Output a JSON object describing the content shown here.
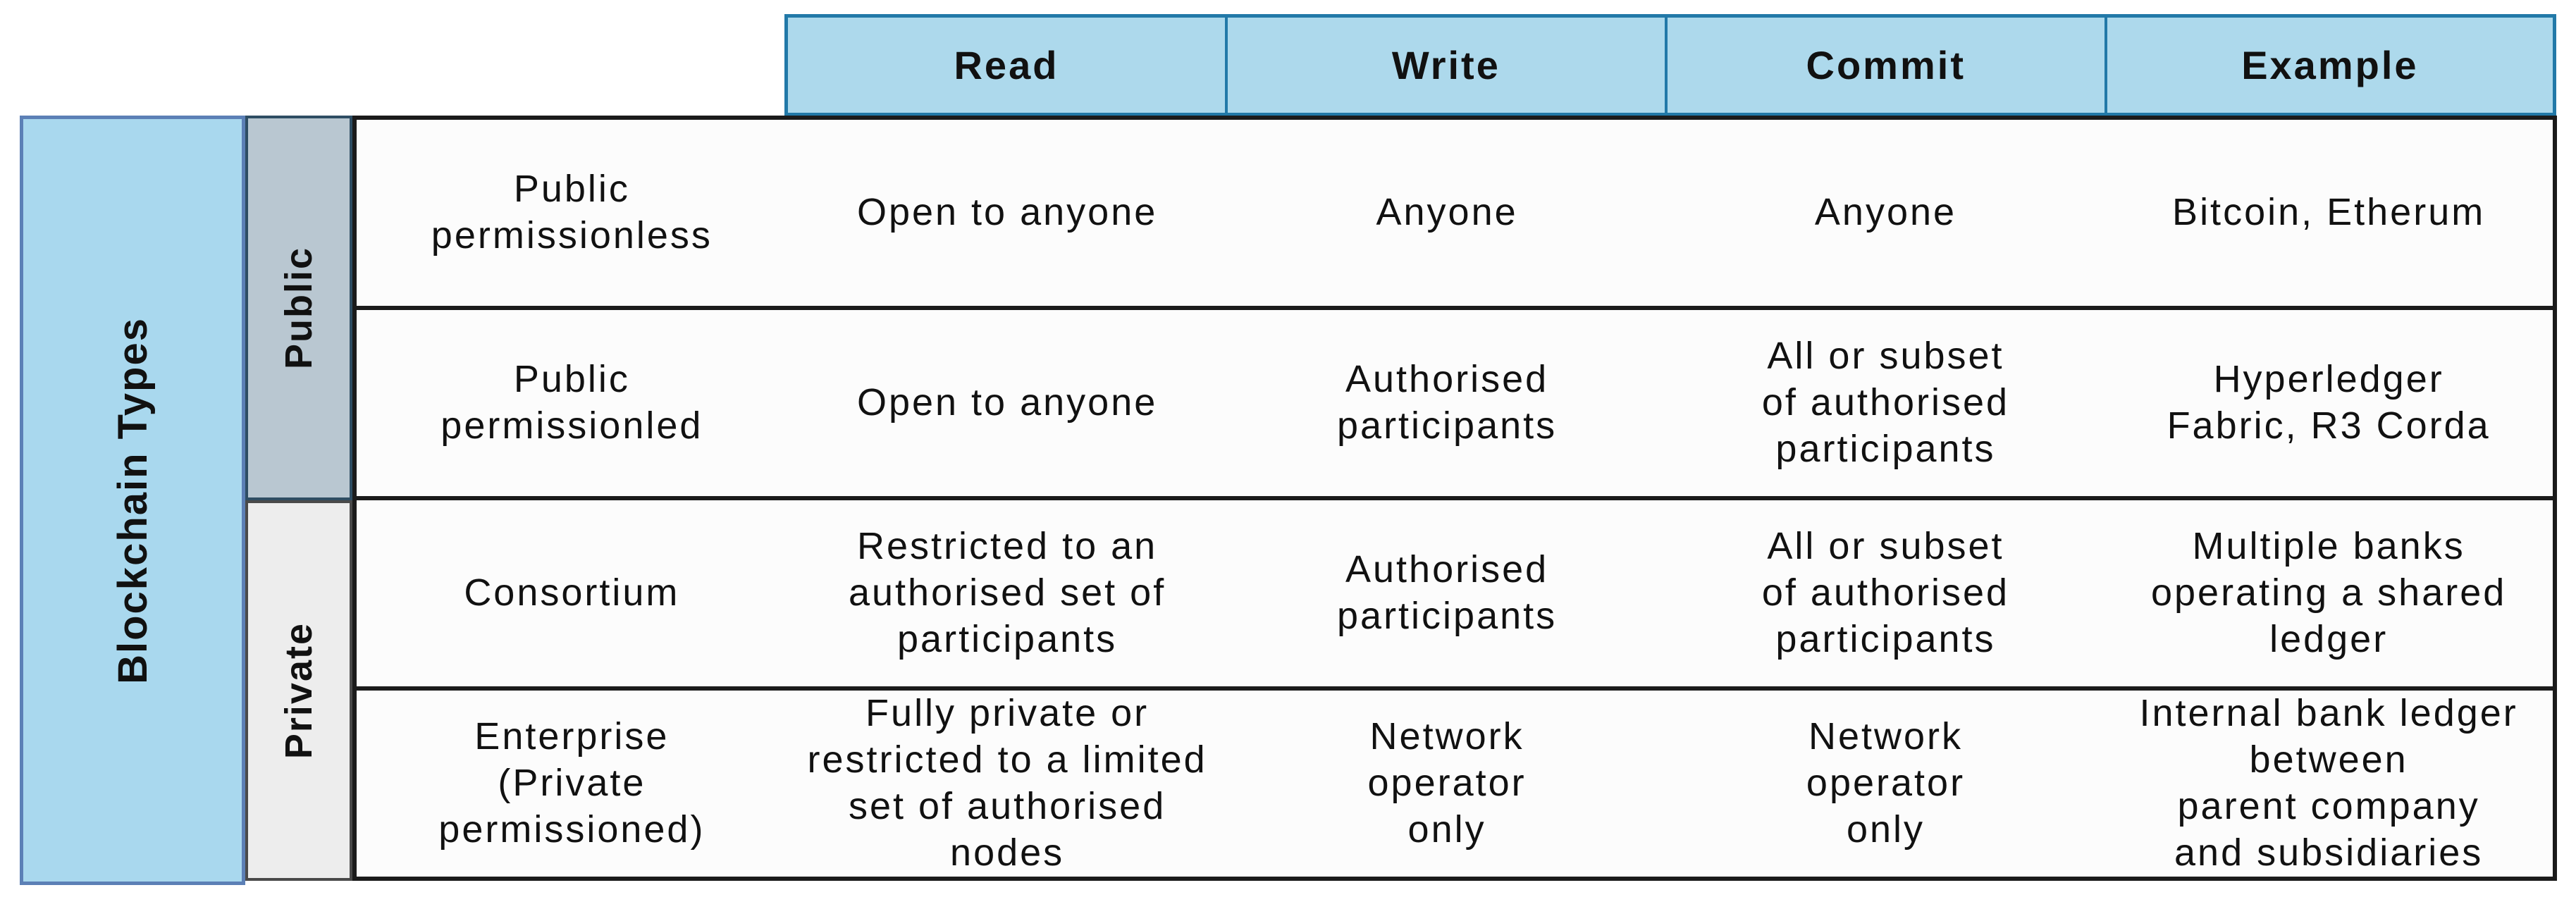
{
  "chart_data": {
    "type": "table",
    "corner_label": "Blockchain Types",
    "column_headers": [
      "Read",
      "Write",
      "Commit",
      "Example"
    ],
    "groups": [
      {
        "label": "Public",
        "rowspan": 2
      },
      {
        "label": "Private",
        "rowspan": 2
      }
    ],
    "rows": [
      {
        "group": "Public",
        "type": "Public\npermissionless",
        "read": "Open to anyone",
        "write": "Anyone",
        "commit": "Anyone",
        "example": "Bitcoin, Etherum"
      },
      {
        "group": "Public",
        "type": "Public\npermissionled",
        "read": "Open to anyone",
        "write": "Authorised\nparticipants",
        "commit": "All or subset\nof authorised\nparticipants",
        "example": "Hyperledger\nFabric, R3 Corda"
      },
      {
        "group": "Private",
        "type": "Consortium",
        "read": "Restricted to an\nauthorised set of\nparticipants",
        "write": "Authorised\nparticipants",
        "commit": "All or subset\nof authorised\nparticipants",
        "example": "Multiple banks\noperating a shared\nledger"
      },
      {
        "group": "Private",
        "type": "Enterprise\n(Private\npermissioned)",
        "read": "Fully private or\nrestricted to a limited\nset of authorised\nnodes",
        "write": "Network\noperator\nonly",
        "commit": "Network\noperator\nonly",
        "example": "Internal bank ledger\nbetween\nparent company\nand subsidiaries"
      }
    ],
    "layout": {
      "grid": "horizontal row lines only inside body, no internal vertical lines",
      "legend_position": "none"
    },
    "colors": {
      "header_fill": "#ADD9EC",
      "header_border": "#2279A8",
      "corner_fill": "#A9D8EE",
      "corner_border": "#5C80B6",
      "public_fill": "#B9C7D1",
      "public_border": "#2E4D63",
      "private_fill": "#EDEDED",
      "private_border": "#4A4A4A",
      "body_border": "#1B1B1B",
      "text": "#111111",
      "background": "#FFFFFF"
    }
  }
}
